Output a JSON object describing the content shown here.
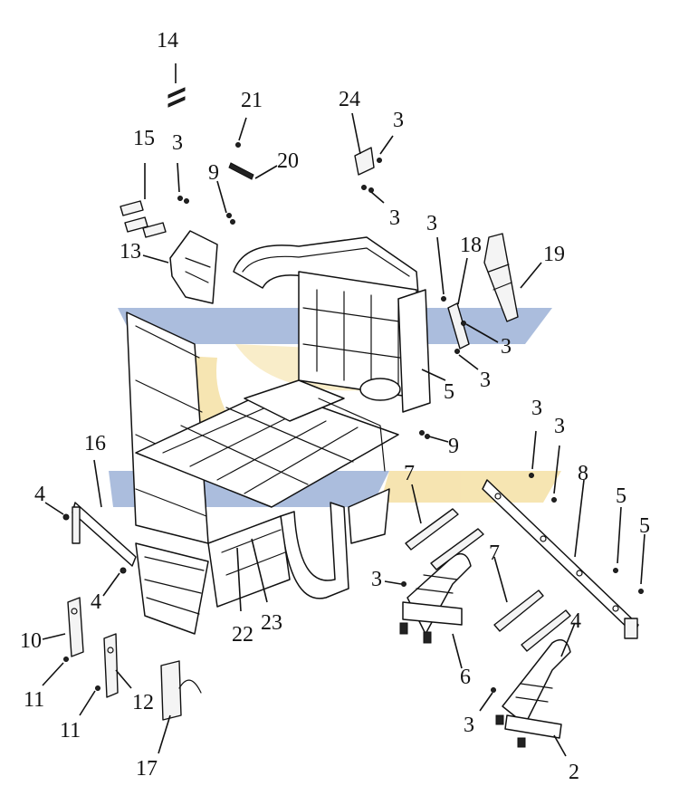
{
  "watermark": {
    "colors": {
      "blue": "#8fa7d2",
      "yellow": "#f3dc98"
    }
  },
  "callouts": {
    "n2": "2",
    "n3_top": "3",
    "n3_24": "3",
    "n3_24b": "3",
    "n3_18": "3",
    "n3_18r": "3",
    "n3_18b": "3",
    "n3_r1": "3",
    "n3_r2": "3",
    "n3_6": "3",
    "n3_2": "3",
    "n4_left": "4",
    "n4_mid": "4",
    "n4_right": "4",
    "n5_frame": "5",
    "n5_a": "5",
    "n5_b": "5",
    "n6": "6",
    "n7_a": "7",
    "n7_b": "7",
    "n8": "8",
    "n9_a": "9",
    "n9_b": "9",
    "n10": "10",
    "n11_a": "11",
    "n11_b": "11",
    "n12": "12",
    "n13": "13",
    "n14": "14",
    "n15": "15",
    "n16": "16",
    "n17": "17",
    "n18": "18",
    "n19": "19",
    "n20": "20",
    "n21": "21",
    "n22": "22",
    "n23": "23",
    "n24": "24"
  }
}
